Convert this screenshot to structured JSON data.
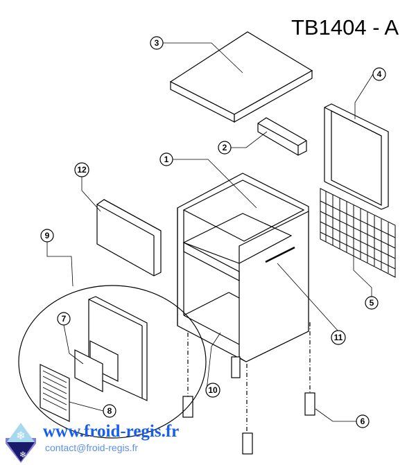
{
  "title": "TB1404 - A",
  "callouts": [
    "1",
    "2",
    "3",
    "4",
    "5",
    "6",
    "7",
    "8",
    "9",
    "10",
    "11",
    "12"
  ],
  "footer": {
    "website": "www.froid-regis.fr",
    "email": "contact@froid-regis.fr",
    "logo_icon": "snowflake-mountain-logo"
  },
  "colors": {
    "link": "#1a5ee8",
    "email": "#5b8ff0",
    "line": "#000000"
  }
}
